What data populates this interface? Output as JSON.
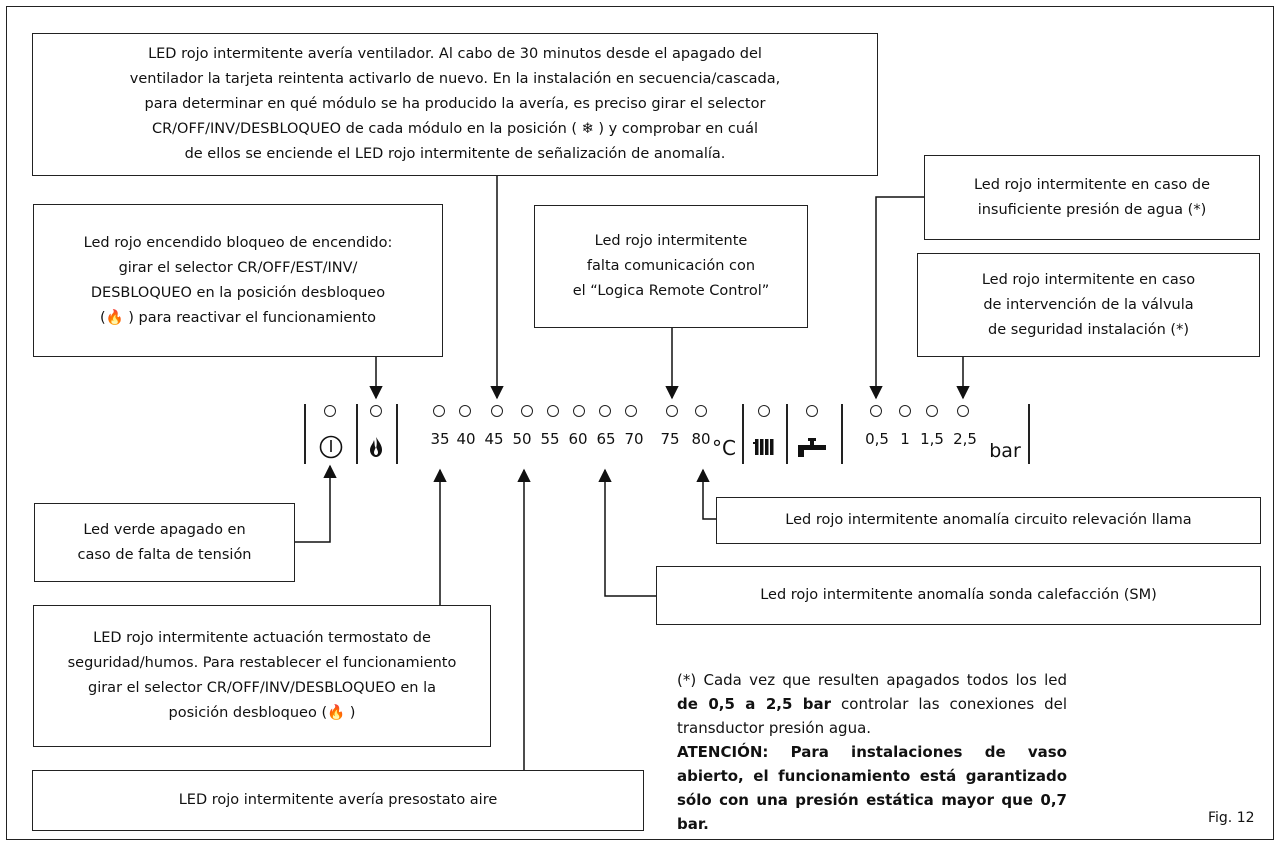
{
  "callouts": {
    "fan": [
      "LED rojo intermitente avería ventilador. Al cabo de 30 minutos desde el  apagado del",
      "ventilador la tarjeta reintenta activarlo de nuevo. En la instalación en secuencia/cascada,",
      "para determinar en qué módulo se ha producido la avería, es preciso girar el selector",
      "CR/OFF/INV/DESBLOQUEO de cada módulo en la posición ( ❄ ) y comprobar en cuál",
      "de ellos se enciende el LED rojo intermitente de señalización de anomalía."
    ],
    "lockout": [
      "Led rojo encendido bloqueo de encendido:",
      "girar el selector CR/OFF/EST/INV/",
      "DESBLOQUEO en la posición desbloqueo",
      "(🔥 ) para reactivar el funcionamiento"
    ],
    "remote": [
      "Led rojo intermitente",
      "falta comunicación con",
      "el “Logica Remote Control”"
    ],
    "water_pressure": [
      "Led rojo intermitente en caso de",
      "insuficiente presión de agua (*)"
    ],
    "safety_valve": [
      "Led rojo intermitente en caso",
      "de intervención de la válvula",
      "de seguridad instalación (*)"
    ],
    "green_led": [
      "Led verde apagado en",
      "caso de falta de tensión"
    ],
    "flame_circuit": [
      "Led rojo intermitente anomalía circuito relevación llama"
    ],
    "heating_probe": [
      "Led rojo intermitente anomalía sonda calefacción (SM)"
    ],
    "thermostat": [
      "LED rojo intermitente actuación termostato de",
      "seguridad/humos. Para restablecer el funcionamiento",
      "girar el selector CR/OFF/INV/DESBLOQUEO en la",
      "posición desbloqueo (🔥 )"
    ],
    "air_pressure": [
      "LED rojo intermitente avería presostato aire"
    ]
  },
  "panel": {
    "temp_labels": [
      "35",
      "40",
      "45",
      "50",
      "55",
      "60",
      "65",
      "70",
      "75",
      "80"
    ],
    "temp_unit": "°C",
    "pressure_labels": [
      "0,5",
      "1",
      "1,5",
      "2,5"
    ],
    "pressure_unit": "bar"
  },
  "note": {
    "p1_pre": "(*) Cada vez que resulten apagados todos los led",
    "p1_bold": "de 0,5 a 2,5 bar",
    "p1_post": " controlar las conexiones del transductor presión agua.",
    "p2_bold": "ATENCIÓN: Para instalaciones de vaso abierto, el funcionamiento está garantizado sólo con una presión estática mayor que 0,7 bar."
  },
  "figure_label": "Fig. 12",
  "icons": [
    "power-icon",
    "flame-icon",
    "radiator-icon",
    "tap-icon",
    "snowflake-icon"
  ]
}
